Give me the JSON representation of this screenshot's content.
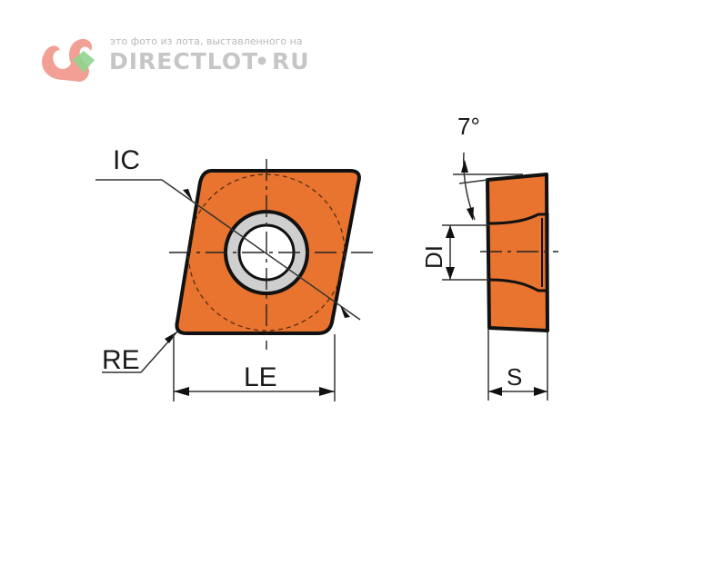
{
  "watermark": {
    "caption": "это фото из лота, выставленного на",
    "brand_left": "DIRECTLOT",
    "brand_dot": "•",
    "brand_right": "RU"
  },
  "labels": {
    "ic": "IC",
    "re": "RE",
    "le": "LE",
    "di": "DI",
    "s": "S",
    "angle": "7°"
  },
  "colors": {
    "insert_fill": "#e8742f",
    "outline": "#111111",
    "hole_ring": "#cfcfcf"
  }
}
